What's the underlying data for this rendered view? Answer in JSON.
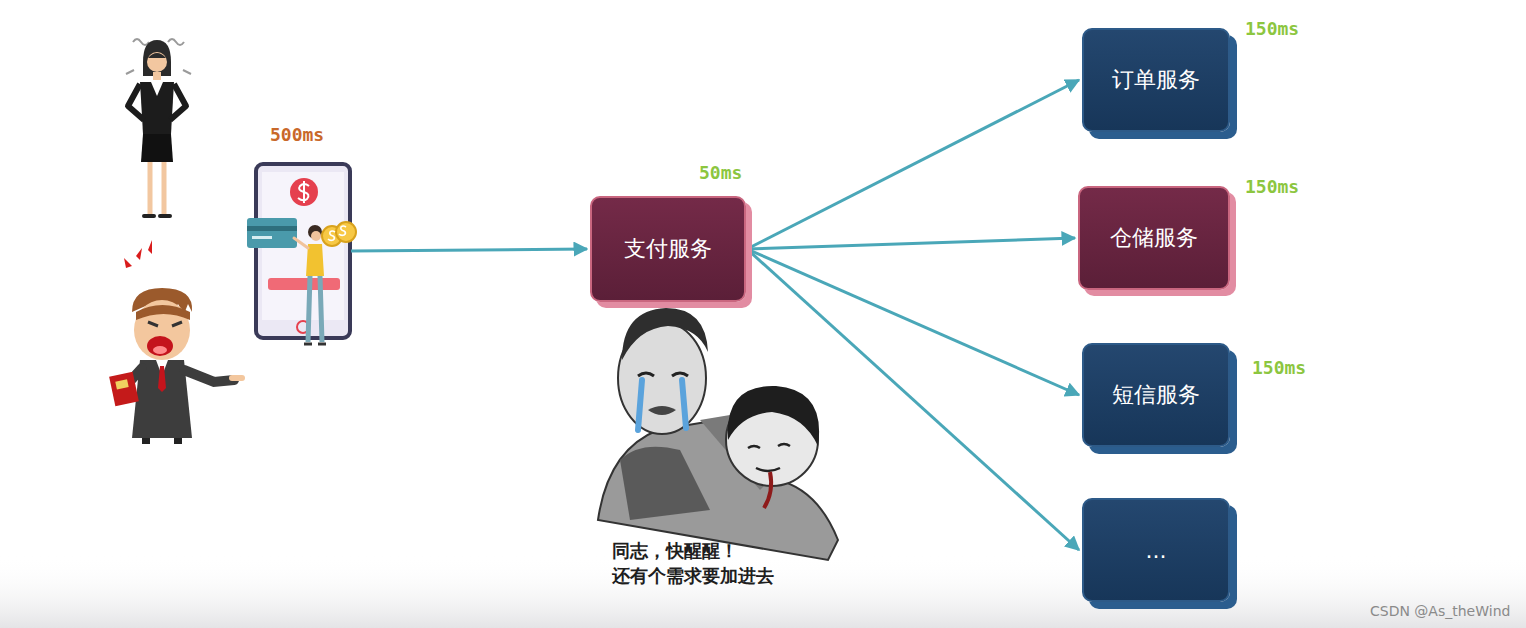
{
  "diagram": {
    "nodes": [
      {
        "text": [
          "500ms"
        ]
      },
      {
        "text": [
          "支付服务",
          "50ms"
        ]
      },
      {
        "text": [
          "订单服务",
          "150ms"
        ]
      },
      {
        "text": [
          "仓储服务",
          "150ms"
        ]
      },
      {
        "text": [
          "短信服务",
          "150ms"
        ]
      },
      {
        "text": [
          "..."
        ]
      }
    ],
    "edges": [
      {
        "from": 0,
        "to": 1,
        "arrow": "to"
      },
      {
        "from": 1,
        "to": 2,
        "arrow": "to"
      },
      {
        "from": 1,
        "to": 3,
        "arrow": "to"
      },
      {
        "from": 1,
        "to": 4,
        "arrow": "to"
      },
      {
        "from": 1,
        "to": 5,
        "arrow": "to"
      }
    ],
    "labels": [
      "同志，快醒醒！ 还有个需求要加进去",
      "CSDN @As_theWind"
    ]
  }
}
